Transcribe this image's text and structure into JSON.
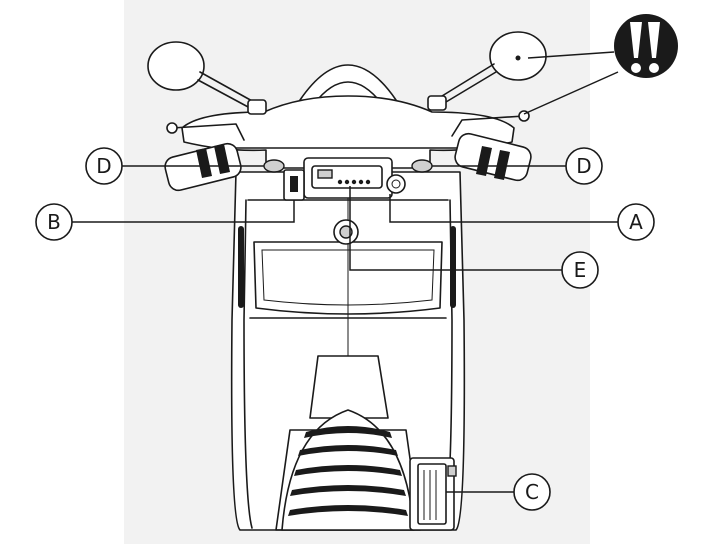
{
  "diagram": {
    "colors": {
      "line": "#1a1a1a",
      "background": "#ffffff",
      "panel": "#f2f2f2",
      "warning_icon": "#1a1a1a"
    },
    "callouts": {
      "D_left": "D",
      "B": "B",
      "D_right": "D",
      "A": "A",
      "E": "E",
      "C": "C"
    },
    "warning_icon": "exclamation-warning-icon"
  }
}
